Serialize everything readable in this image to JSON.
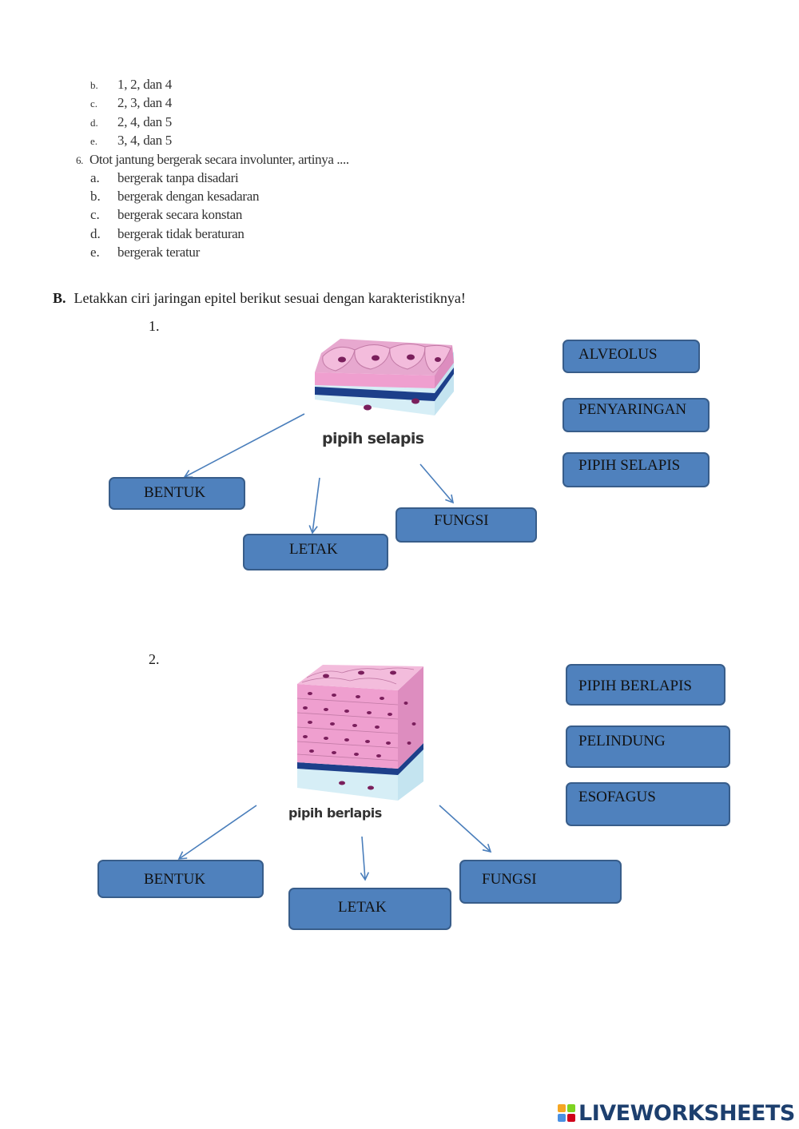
{
  "q5_options": [
    {
      "letter": "b.",
      "text": "1, 2, dan 4"
    },
    {
      "letter": "c.",
      "text": "2, 3, dan 4"
    },
    {
      "letter": "d.",
      "text": "2, 4, dan 5"
    },
    {
      "letter": "e.",
      "text": "3, 4, dan 5"
    }
  ],
  "q6": {
    "number": "6.",
    "question": "Otot jantung bergerak secara involunter, artinya ....",
    "options": [
      {
        "letter": "a.",
        "text": "bergerak tanpa disadari"
      },
      {
        "letter": "b.",
        "text": "bergerak dengan kesadaran"
      },
      {
        "letter": "c.",
        "text": "bergerak secara konstan"
      },
      {
        "letter": "d.",
        "text": "bergerak tidak beraturan"
      },
      {
        "letter": "e.",
        "text": "bergerak teratur"
      }
    ]
  },
  "section_b": {
    "label": "B.",
    "instruction": "Letakkan ciri jaringan epitel berikut sesuai dengan karakteristiknya!"
  },
  "item1": {
    "number": "1.",
    "caption": "pipih selapis",
    "targets": {
      "bentuk": "BENTUK",
      "letak": "LETAK",
      "fungsi": "FUNGSI"
    },
    "answers": [
      "ALVEOLUS",
      "PENYARINGAN",
      "PIPIH SELAPIS"
    ]
  },
  "item2": {
    "number": "2.",
    "caption": "pipih berlapis",
    "targets": {
      "bentuk": "BENTUK",
      "letak": "LETAK",
      "fungsi": "FUNGSI"
    },
    "answers": [
      "PIPIH BERLAPIS",
      "PELINDUNG",
      "ESOFAGUS"
    ]
  },
  "brand": {
    "name": "LIVEWORKSHEETS",
    "icon_colors": [
      "#f5a623",
      "#7ed321",
      "#4a90e2",
      "#d0021b"
    ]
  },
  "colors": {
    "box_fill": "#4f81bd",
    "box_border": "#385d8a",
    "arrow": "#4a7ebb"
  }
}
